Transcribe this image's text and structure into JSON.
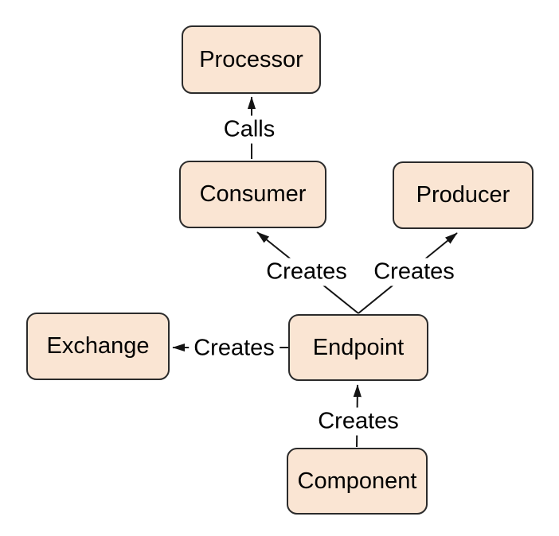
{
  "diagram": {
    "type": "flow-diagram",
    "colors": {
      "background": "#ffffff",
      "node_fill": "#fae5d3",
      "node_border": "#2b2b2b",
      "line_color": "#141414",
      "text_color": "#000000"
    },
    "nodes": [
      {
        "id": "processor",
        "label": "Processor"
      },
      {
        "id": "consumer",
        "label": "Consumer"
      },
      {
        "id": "producer",
        "label": "Producer"
      },
      {
        "id": "exchange",
        "label": "Exchange"
      },
      {
        "id": "endpoint",
        "label": "Endpoint"
      },
      {
        "id": "component",
        "label": "Component"
      }
    ],
    "edges": [
      {
        "from": "consumer",
        "to": "processor",
        "label": "Calls"
      },
      {
        "from": "endpoint",
        "to": "consumer",
        "label": "Creates"
      },
      {
        "from": "endpoint",
        "to": "producer",
        "label": "Creates"
      },
      {
        "from": "endpoint",
        "to": "exchange",
        "label": "Creates"
      },
      {
        "from": "component",
        "to": "endpoint",
        "label": "Creates"
      }
    ]
  }
}
